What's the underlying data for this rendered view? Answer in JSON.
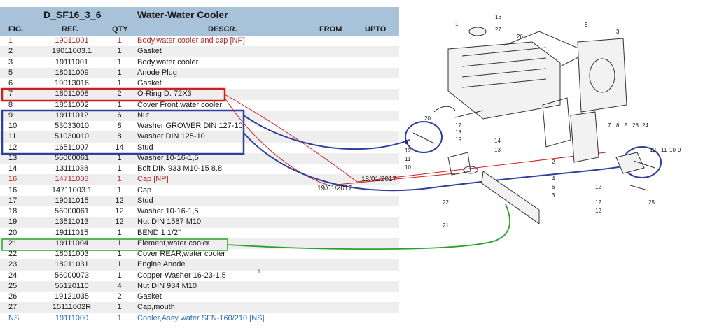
{
  "header": {
    "code": "D_SF16_3_6",
    "title": "Water-Water Cooler",
    "columns": {
      "fig": "FIG.",
      "ref": "REF.",
      "qty": "QTY",
      "descr": "DESCR.",
      "from": "FROM",
      "upto": "UPTO"
    }
  },
  "rows": [
    {
      "fig": "1",
      "ref": "19011001",
      "qty": "1",
      "descr": "Body,water cooler and cap   [NP]",
      "style": "np"
    },
    {
      "fig": "2",
      "ref": "19011003.1",
      "qty": "1",
      "descr": "Gasket",
      "style": ""
    },
    {
      "fig": "3",
      "ref": "19111001",
      "qty": "1",
      "descr": "Body,water cooler",
      "style": ""
    },
    {
      "fig": "5",
      "ref": "18011009",
      "qty": "1",
      "descr": "Anode Plug",
      "style": ""
    },
    {
      "fig": "6",
      "ref": "19013016",
      "qty": "1",
      "descr": "Gasket",
      "style": ""
    },
    {
      "fig": "7",
      "ref": "18011008",
      "qty": "2",
      "descr": "O-Ring D. 72X3",
      "style": ""
    },
    {
      "fig": "8",
      "ref": "18011002",
      "qty": "1",
      "descr": "Cover Front,water cooler",
      "style": ""
    },
    {
      "fig": "9",
      "ref": "19111012",
      "qty": "6",
      "descr": "Nut",
      "style": ""
    },
    {
      "fig": "10",
      "ref": "53033010",
      "qty": "8",
      "descr": "Washer GROWER DIN 127-10",
      "style": ""
    },
    {
      "fig": "11",
      "ref": "51030010",
      "qty": "8",
      "descr": "Washer DIN 125-10",
      "style": ""
    },
    {
      "fig": "12",
      "ref": "16511007",
      "qty": "14",
      "descr": "Stud",
      "style": ""
    },
    {
      "fig": "13",
      "ref": "56000061",
      "qty": "1",
      "descr": "Washer 10-16-1,5",
      "style": ""
    },
    {
      "fig": "14",
      "ref": "13111038",
      "qty": "1",
      "descr": "Bolt DIN 933 M10-15 8.8",
      "style": ""
    },
    {
      "fig": "16",
      "ref": "14711003",
      "qty": "1",
      "descr": "Cap   [NP]",
      "style": "np"
    },
    {
      "fig": "16",
      "ref": "14711003.1",
      "qty": "1",
      "descr": "Cap",
      "style": ""
    },
    {
      "fig": "17",
      "ref": "19011015",
      "qty": "12",
      "descr": "Stud",
      "style": ""
    },
    {
      "fig": "18",
      "ref": "56000061",
      "qty": "12",
      "descr": "Washer 10-16-1,5",
      "style": ""
    },
    {
      "fig": "19",
      "ref": "13511013",
      "qty": "12",
      "descr": "Nut DIN 1587 M10",
      "style": ""
    },
    {
      "fig": "20",
      "ref": "19111015",
      "qty": "1",
      "descr": "BEND 1 1/2\"",
      "style": ""
    },
    {
      "fig": "21",
      "ref": "19111004",
      "qty": "1",
      "descr": "Element,water cooler",
      "style": ""
    },
    {
      "fig": "22",
      "ref": "18011003",
      "qty": "1",
      "descr": "Cover REAR,water cooler",
      "style": ""
    },
    {
      "fig": "23",
      "ref": "18011031",
      "qty": "1",
      "descr": "Engine Anode",
      "style": ""
    },
    {
      "fig": "24",
      "ref": "56000073",
      "qty": "1",
      "descr": "Copper Washer 16-23-1,5",
      "style": ""
    },
    {
      "fig": "25",
      "ref": "55120110",
      "qty": "4",
      "descr": "Nut DIN 934 M10",
      "style": ""
    },
    {
      "fig": "26",
      "ref": "19121035",
      "qty": "2",
      "descr": "Gasket",
      "style": ""
    },
    {
      "fig": "27",
      "ref": "15111002R",
      "qty": "1",
      "descr": "Cap,mouth",
      "style": ""
    },
    {
      "fig": "NS",
      "ref": "19111000",
      "qty": "1",
      "descr": "Cooler,Assy water SFN-160/210   [NS]",
      "style": "ns"
    }
  ],
  "annotations": {
    "date_1": "18/01/2017",
    "date_2": "19/01/2017"
  },
  "drawing_labels": [
    "16",
    "27",
    "26",
    "1",
    "9",
    "3",
    "20",
    "17",
    "18",
    "19",
    "14",
    "13",
    "7",
    "8",
    "5",
    "23",
    "24",
    "12",
    "11",
    "10",
    "9",
    "2",
    "4",
    "6",
    "3",
    "22",
    "21",
    "12",
    "11",
    "10",
    "9",
    "12",
    "12",
    "25",
    "12"
  ],
  "colors": {
    "header_bg": "#a7c2d9",
    "red_box": "#cc2020",
    "blue_box": "#2f3f9c",
    "green_box": "#2aa02a",
    "np_text": "#b02a2a",
    "ns_text": "#2f6fb0"
  }
}
